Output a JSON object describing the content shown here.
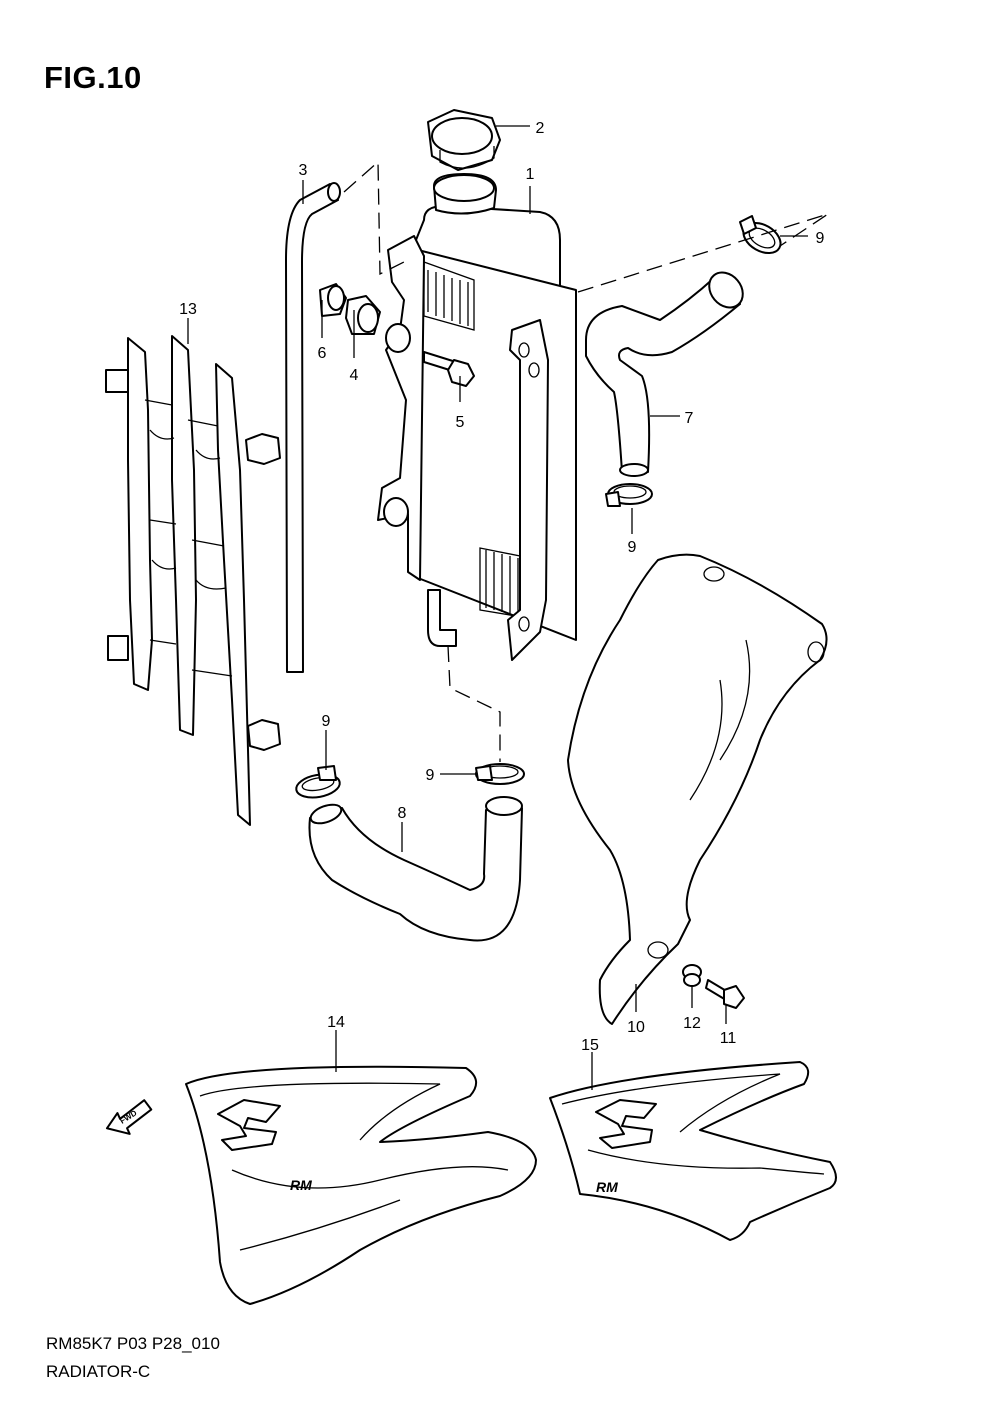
{
  "figure": {
    "title": "FIG.10",
    "code": "RM85K7 P03 P28_010",
    "name": "RADIATOR-C"
  },
  "callouts": {
    "c1": "1",
    "c2": "2",
    "c3": "3",
    "c4": "4",
    "c5": "5",
    "c6": "6",
    "c7": "7",
    "c8": "8",
    "c9a": "9",
    "c9b": "9",
    "c9c": "9",
    "c9d": "9",
    "c10": "10",
    "c11": "11",
    "c12": "12",
    "c13": "13",
    "c14": "14",
    "c15": "15"
  },
  "fwd_label": "FWD",
  "decal_logo": "RM"
}
